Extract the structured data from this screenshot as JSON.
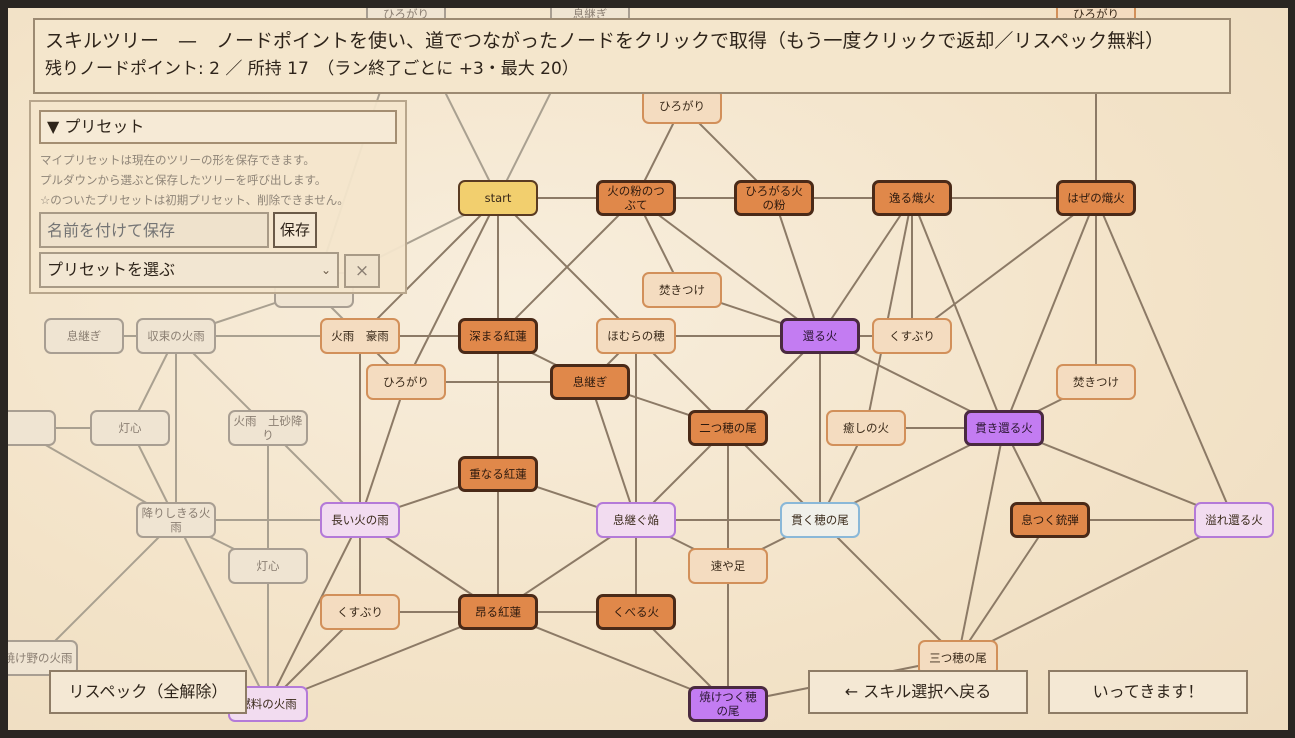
{
  "header": {
    "title": "スキルツリー　—　ノードポイントを使い、道でつながったノードをクリックで取得（もう一度クリックで返却／リスペック無料）",
    "points": "残りノードポイント: 2 ／ 所持 17　（ラン終了ごとに +3・最大 20）"
  },
  "preset": {
    "toggle_label": "▼ プリセット",
    "help1": "マイプリセットは現在のツリーの形を保存できます。",
    "help2": "プルダウンから選ぶと保存したツリーを呼び出します。",
    "help3": "☆のついたプリセットは初期プリセット、削除できません。",
    "name_placeholder": "名前を付けて保存",
    "save_label": "保存",
    "select_value": "プリセットを選ぶ",
    "delete_label": "×"
  },
  "buttons": {
    "respec": "リスペック（全解除）",
    "back": "← スキル選択へ戻る",
    "go": "いってきます！"
  },
  "icons": {
    "dropdown": "chevron-down-icon"
  },
  "nodes": [
    {
      "label": "start",
      "state": "start"
    },
    {
      "label": "火の粉のつぶて",
      "state": "owned"
    },
    {
      "label": "ひろがる火の粉",
      "state": "owned"
    },
    {
      "label": "逸る熾火",
      "state": "owned"
    },
    {
      "label": "はぜの熾火",
      "state": "owned"
    },
    {
      "label": "ひろがり",
      "state": "avail"
    },
    {
      "label": "焚きつけ",
      "state": "avail"
    },
    {
      "label": "深まる紅蓮",
      "state": "owned"
    },
    {
      "label": "ほむらの穂",
      "state": "avail"
    },
    {
      "label": "還る火",
      "state": "epic"
    },
    {
      "label": "くすぶり",
      "state": "avail"
    },
    {
      "label": "火雨　豪雨",
      "state": "avail"
    },
    {
      "label": "ひろがり",
      "state": "avail"
    },
    {
      "label": "息継ぎ",
      "state": "owned"
    },
    {
      "label": "焚きつけ",
      "state": "avail"
    },
    {
      "label": "二つ穂の尾",
      "state": "owned"
    },
    {
      "label": "癒しの火",
      "state": "avail"
    },
    {
      "label": "貫き還る火",
      "state": "epic"
    },
    {
      "label": "重なる紅蓮",
      "state": "owned"
    },
    {
      "label": "長い火の雨",
      "state": "epic-avail"
    },
    {
      "label": "息継ぐ焔",
      "state": "epic-avail"
    },
    {
      "label": "貫く穂の尾",
      "state": "rare"
    },
    {
      "label": "息つく銃弾",
      "state": "owned"
    },
    {
      "label": "溢れ還る火",
      "state": "epic-avail"
    },
    {
      "label": "速や足",
      "state": "avail"
    },
    {
      "label": "くすぶり",
      "state": "avail"
    },
    {
      "label": "昂る紅蓮",
      "state": "owned"
    },
    {
      "label": "くべる火",
      "state": "owned"
    },
    {
      "label": "三つ穂の尾",
      "state": "avail"
    },
    {
      "label": "焼けつく穂の尾",
      "state": "epic"
    },
    {
      "label": "燃料の火雨",
      "state": "epic-avail"
    },
    {
      "label": "息継ぎ",
      "state": "locked"
    },
    {
      "label": "収束の火雨",
      "state": "locked"
    },
    {
      "label": "灯心",
      "state": "locked"
    },
    {
      "label": "火雨　土砂降り",
      "state": "locked"
    },
    {
      "label": "降りしきる火雨",
      "state": "locked"
    },
    {
      "label": "灯心",
      "state": "locked"
    },
    {
      "label": "焼け野の火雨",
      "state": "locked"
    },
    {
      "label": "",
      "state": "locked"
    },
    {
      "label": "",
      "state": "locked"
    },
    {
      "label": "ひろがり",
      "state": "locked"
    },
    {
      "label": "息継ぎ",
      "state": "locked"
    },
    {
      "label": "ひろがり",
      "state": "avail"
    }
  ]
}
